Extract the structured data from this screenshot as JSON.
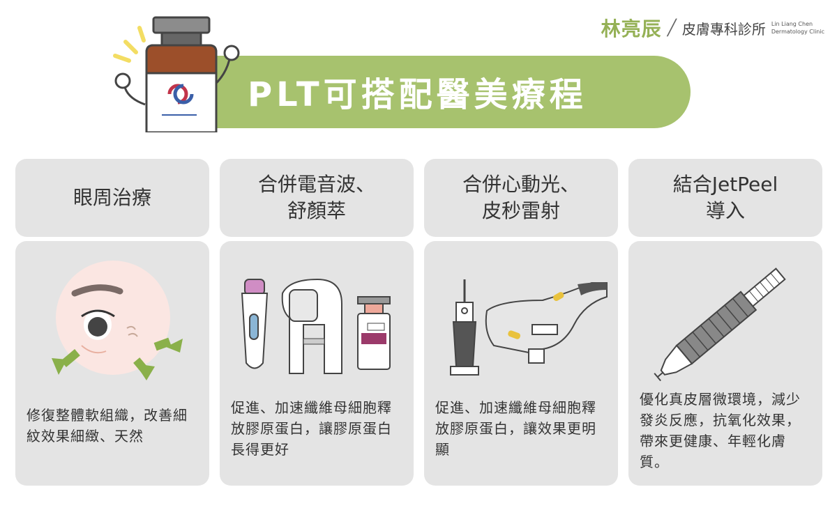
{
  "brand": {
    "name": "林亮辰",
    "clinic": "皮膚專科診所",
    "en_line1": "Lin Liang Chen",
    "en_line2": "Dermatology Clinic"
  },
  "title": "PLT可搭配醫美療程",
  "colors": {
    "accent_green": "#a7c26e",
    "brand_green": "#95b156",
    "card_grey": "#e4e4e4",
    "arrow_green": "#8ab04a"
  },
  "cards": [
    {
      "heading": [
        "眼周治療"
      ],
      "description": "修復整體軟組織，改善細紋效果細緻、天然",
      "illustration": "eye-area-face-icon"
    },
    {
      "heading": [
        "合併電音波、",
        "舒顏萃"
      ],
      "description": "促進、加速纖維母細胞釋放膠原蛋白，讓膠原蛋白長得更好",
      "illustration": "rf-device-icon"
    },
    {
      "heading": [
        "合併心動光、",
        "皮秒雷射"
      ],
      "description": "促進、加速纖維母細胞釋放膠原蛋白，讓效果更明顯",
      "illustration": "laser-device-icon"
    },
    {
      "heading": [
        "結合JetPeel",
        "導入"
      ],
      "description": "優化真皮層微環境，減少發炎反應，抗氧化效果，帶來更健康、年輕化膚質。",
      "illustration": "jetpeel-nozzle-icon"
    }
  ]
}
